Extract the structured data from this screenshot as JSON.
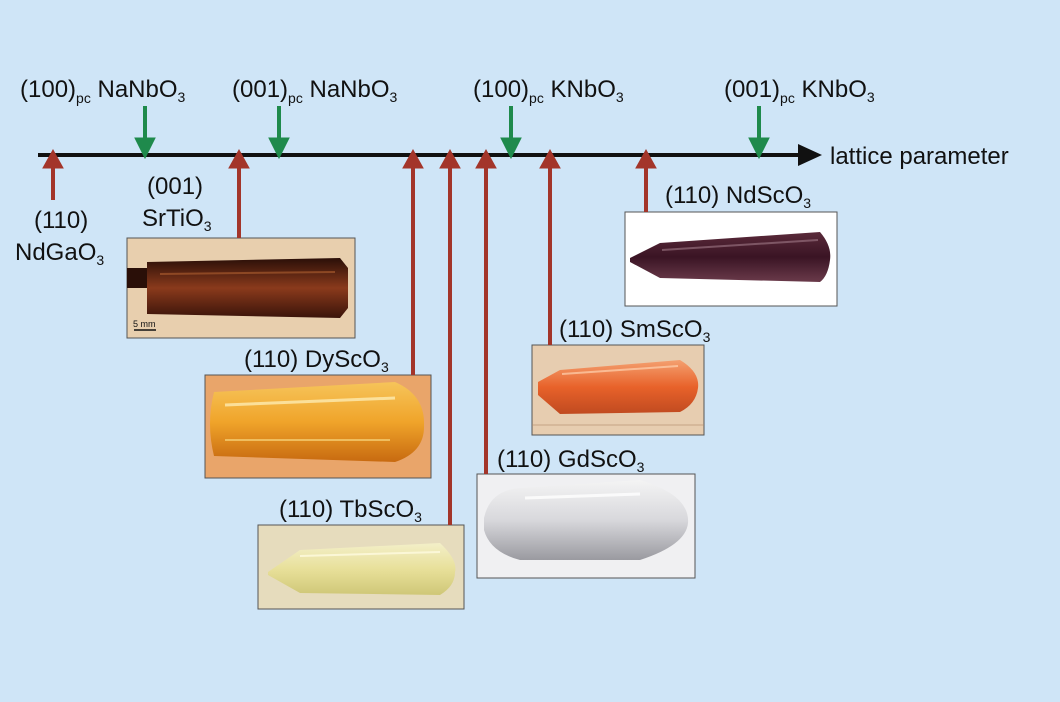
{
  "axis": {
    "label": "lattice parameter"
  },
  "colors": {
    "background": "#cfe5f7",
    "substrate_arrow": "#a3352a",
    "film_arrow": "#1f8a4c",
    "axis": "#111111"
  },
  "films": [
    {
      "orient": "(100)",
      "sub": "pc",
      "formula": "NaNbO",
      "idx": "3"
    },
    {
      "orient": "(001)",
      "sub": "pc",
      "formula": "NaNbO",
      "idx": "3"
    },
    {
      "orient": "(100)",
      "sub": "pc",
      "formula": "KNbO",
      "idx": "3"
    },
    {
      "orient": "(001)",
      "sub": "pc",
      "formula": "KNbO",
      "idx": "3"
    }
  ],
  "substrates": [
    {
      "line1": "(110)",
      "formula": "NdGaO",
      "idx": "3"
    },
    {
      "line1": "(001)",
      "formula": "SrTiO",
      "idx": "3",
      "scale_bar": "5 mm"
    },
    {
      "orient": "(110)",
      "formula": "DyScO",
      "idx": "3"
    },
    {
      "orient": "(110)",
      "formula": "TbScO",
      "idx": "3"
    },
    {
      "orient": "(110)",
      "formula": "GdScO",
      "idx": "3"
    },
    {
      "orient": "(110)",
      "formula": "SmScO",
      "idx": "3"
    },
    {
      "orient": "(110)",
      "formula": "NdScO",
      "idx": "3"
    }
  ]
}
